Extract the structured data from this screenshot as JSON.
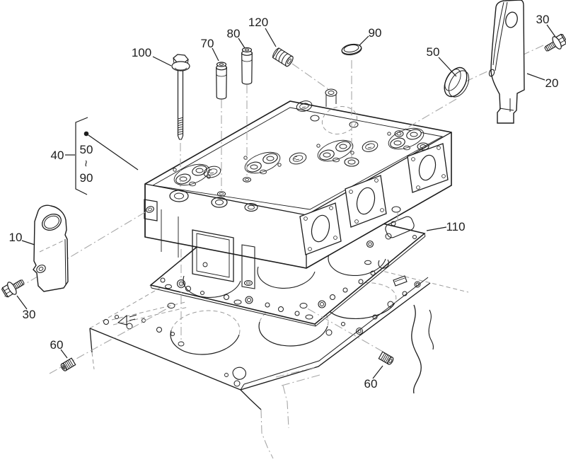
{
  "figure": {
    "kind": "exploded-parts-diagram",
    "subject": "Engine cylinder head assembly",
    "background_color": "#ffffff",
    "line_color": "#1d1d1d",
    "phantom_line_color": "#a8a8a8",
    "label_color": "#1d1d1d"
  },
  "callouts": [
    {
      "ref": "100",
      "part": "cylinder head bolt"
    },
    {
      "ref": "70",
      "part": "valve guide front"
    },
    {
      "ref": "80",
      "part": "valve guide rear"
    },
    {
      "ref": "120",
      "part": "threaded plug top"
    },
    {
      "ref": "90",
      "part": "sealing cap"
    },
    {
      "ref": "50",
      "part": "cup plug"
    },
    {
      "ref": "30",
      "part": "flange bolt right"
    },
    {
      "ref": "20",
      "part": "bracket right"
    },
    {
      "ref": "110",
      "part": "cylinder head gasket"
    },
    {
      "ref": "40",
      "part": "plug set group"
    },
    {
      "ref": "50",
      "part": "group range start"
    },
    {
      "ref": "~",
      "part": "group range separator"
    },
    {
      "ref": "90",
      "part": "group range end"
    },
    {
      "ref": "10",
      "part": "lifting bracket left"
    },
    {
      "ref": "30",
      "part": "flange bolt left"
    },
    {
      "ref": "60",
      "part": "taper plug left"
    },
    {
      "ref": "60",
      "part": "taper plug right"
    }
  ]
}
